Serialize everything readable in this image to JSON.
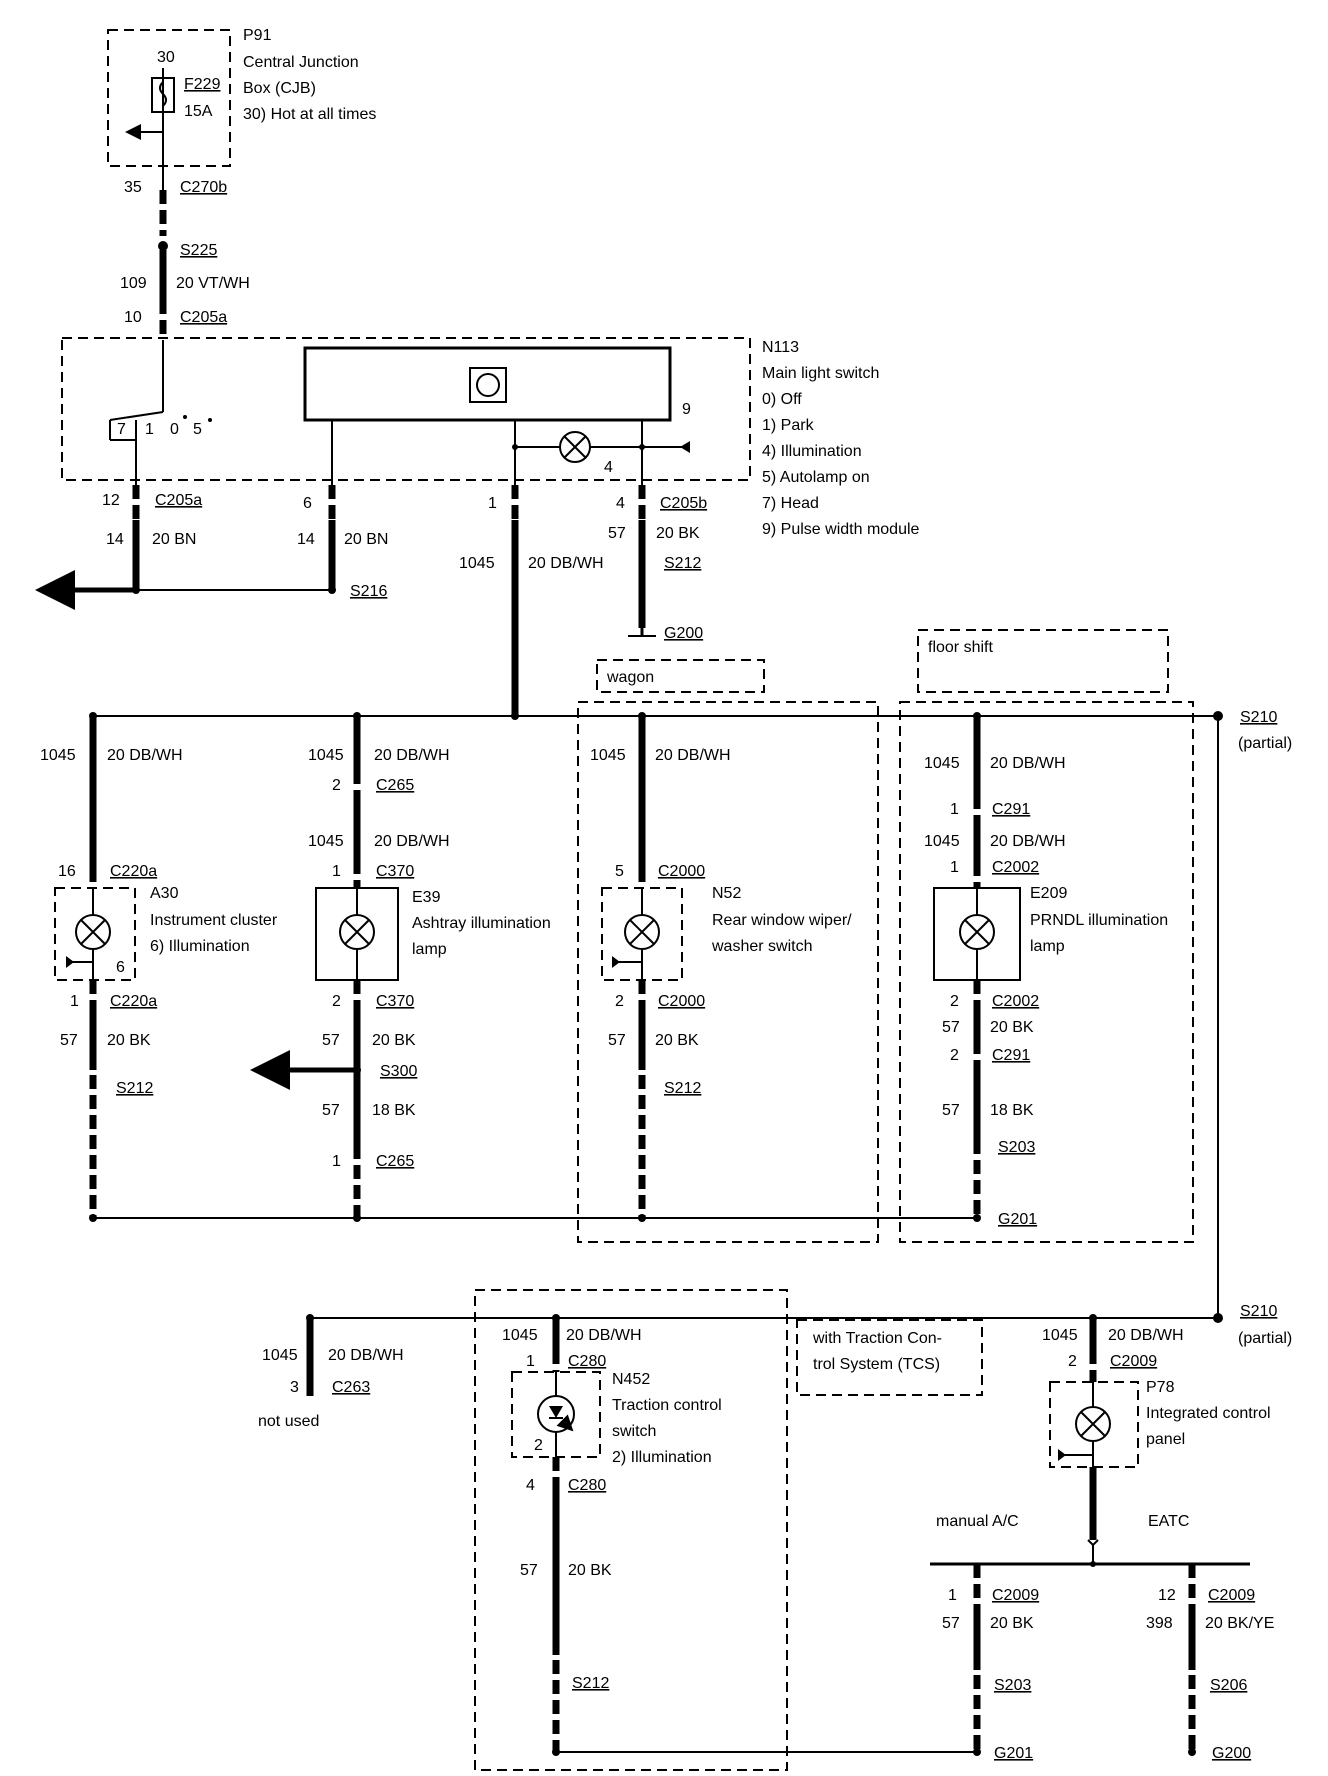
{
  "components": {
    "p91": {
      "id": "P91",
      "l1": "Central Junction",
      "l2": "Box (CJB)",
      "l3": "30)   Hot at all times",
      "pin": "30",
      "fuse": "F229",
      "fuse_rating": "15A"
    },
    "n113": {
      "id": "N113",
      "name": "Main light switch",
      "modes": [
        "0)    Off",
        "1)    Park",
        "4)    Illumination",
        "5)    Autolamp on",
        "7)    Head",
        "9)    Pulse width module"
      ],
      "pins": {
        "p7": "7",
        "p1": "1",
        "p0": "0",
        "p5": "5",
        "p9": "9",
        "p4": "4"
      }
    },
    "a30": {
      "id": "A30",
      "l1": "Instrument cluster",
      "l2": "6)    Illumination",
      "pin": "6"
    },
    "e39": {
      "id": "E39",
      "l1": "Ashtray illumination",
      "l2": "lamp"
    },
    "n52": {
      "id": "N52",
      "l1": "Rear window wiper/",
      "l2": "washer switch"
    },
    "e209": {
      "id": "E209",
      "l1": "PRNDL illumination",
      "l2": "lamp"
    },
    "n452": {
      "id": "N452",
      "l1": "Traction control",
      "l2": "switch",
      "l3": "2)    Illumination",
      "pin": "2"
    },
    "p78": {
      "id": "P78",
      "l1": "Integrated control",
      "l2": "panel"
    }
  },
  "labels": {
    "c270b": "C270b",
    "c205a": "C205a",
    "c205b": "C205b",
    "c220a": "C220a",
    "c265": "C265",
    "c370": "C370",
    "c2000": "C2000",
    "c291": "C291",
    "c2002": "C2002",
    "c263": "C263",
    "c280": "C280",
    "c2009": "C2009",
    "s225": "S225",
    "s216": "S216",
    "s212": "S212",
    "s210": "S210",
    "s300": "S300",
    "s203": "S203",
    "s206": "S206",
    "g200": "G200",
    "g201": "G201",
    "partial": "(partial)",
    "wagon": "wagon",
    "floor_shift": "floor shift",
    "tcs1": "with Traction Con-",
    "tcs2": "trol System (TCS)",
    "not_used": "not used",
    "manual_ac": "manual A/C",
    "eatc": "EATC"
  },
  "circuits": {
    "c35": "35",
    "c109": "109",
    "w_vtwh": "20 VT/WH",
    "c10": "10",
    "c12": "12",
    "c14": "14",
    "c6": "6",
    "w_bn": "20 BN",
    "c1": "1",
    "c4": "4",
    "c57": "57",
    "w_bk": "20 BK",
    "c1045": "1045",
    "w_dbwh": "20 DB/WH",
    "c2": "2",
    "c16": "16",
    "c5": "5",
    "w_18bk": "18 BK",
    "c3": "3",
    "c398": "398",
    "w_bkye": "20 BK/YE"
  }
}
